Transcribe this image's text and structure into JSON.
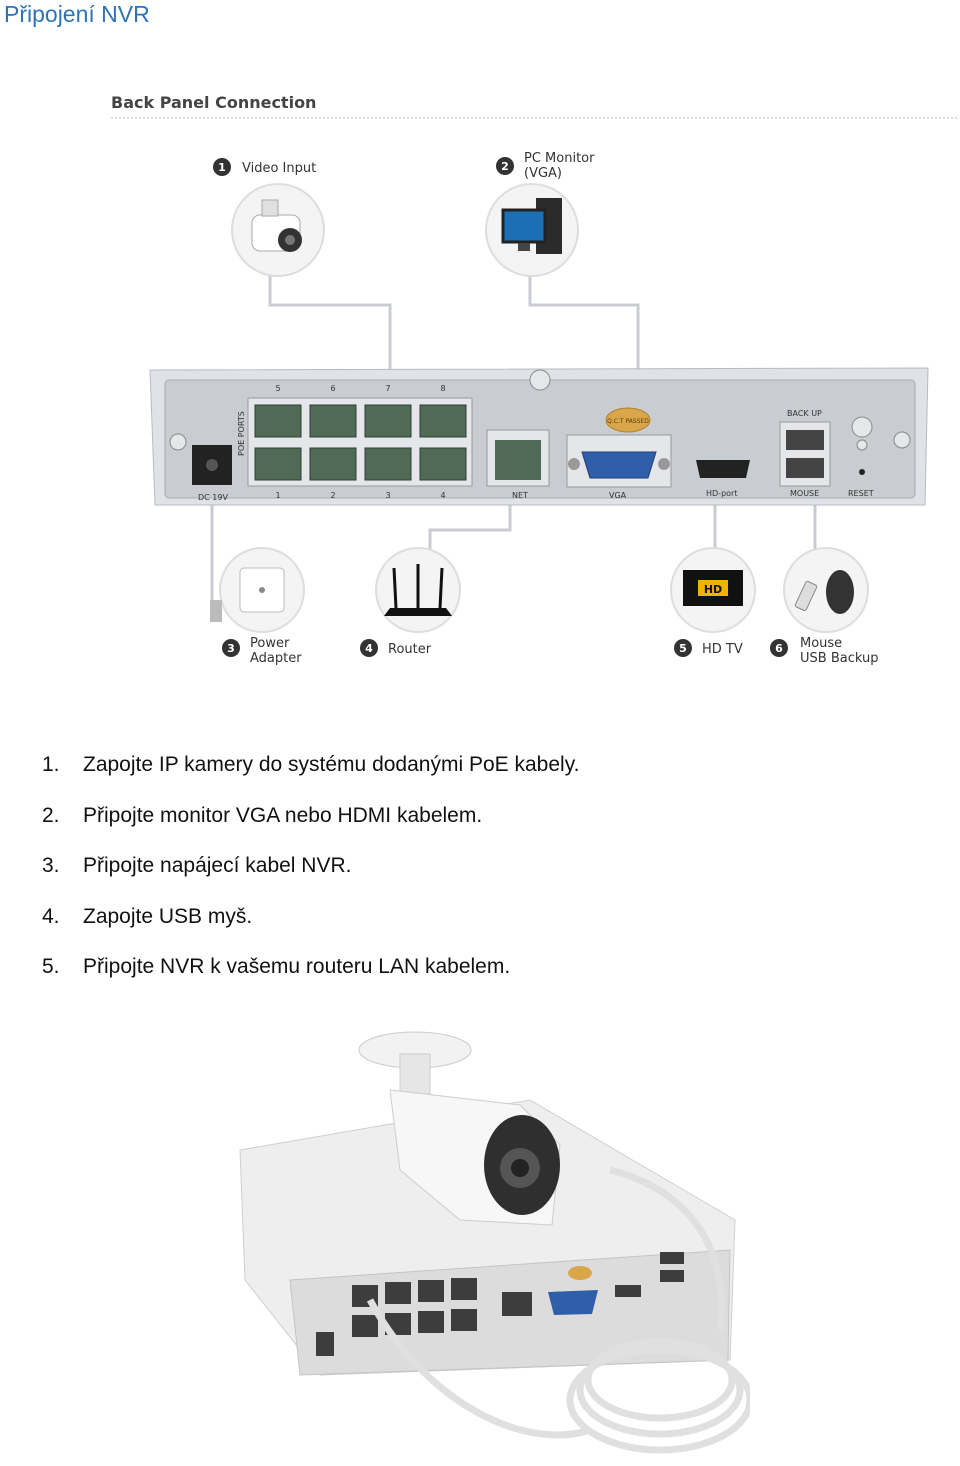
{
  "page": {
    "title": "Připojení NVR"
  },
  "diagram": {
    "heading": "Back Panel Connection",
    "callouts": [
      {
        "num": "1",
        "line1": "Video Input",
        "line2": "",
        "icon": "ip-camera-icon"
      },
      {
        "num": "2",
        "line1": "PC Monitor",
        "line2": "(VGA)",
        "icon": "pc-monitor-icon"
      },
      {
        "num": "3",
        "line1": "Power",
        "line2": "Adapter",
        "icon": "power-socket-icon"
      },
      {
        "num": "4",
        "line1": "Router",
        "line2": "",
        "icon": "router-icon"
      },
      {
        "num": "5",
        "line1": "HD TV",
        "line2": "",
        "icon": "hd-tv-icon"
      },
      {
        "num": "6",
        "line1": "Mouse",
        "line2": "USB Backup",
        "icon": "mouse-usb-icon"
      }
    ],
    "ports": {
      "poe_top": [
        "5",
        "6",
        "7",
        "8"
      ],
      "poe_bottom": [
        "1",
        "2",
        "3",
        "4"
      ],
      "poe_side": "POE PORTS",
      "dc": "DC 19V",
      "net": "NET",
      "vga": "VGA",
      "hd": "HD-port",
      "backup": "BACK UP",
      "mouse": "MOUSE",
      "reset": "RESET",
      "qc": "Q.C.T PASSED",
      "hd_badge": "HD"
    }
  },
  "steps": [
    {
      "num": "1.",
      "text": "Zapojte IP kamery do systému dodanými PoE kabely."
    },
    {
      "num": "2.",
      "text": "Připojte monitor VGA nebo HDMI kabelem."
    },
    {
      "num": "3.",
      "text": "Připojte napájecí kabel NVR."
    },
    {
      "num": "4.",
      "text": "Zapojte USB myš."
    },
    {
      "num": "5.",
      "text": "Připojte NVR k vašemu routeru LAN kabelem."
    }
  ],
  "colors": {
    "title": "#2e74b5",
    "panel": "#c9ccd1",
    "port": "#4f6a57"
  }
}
